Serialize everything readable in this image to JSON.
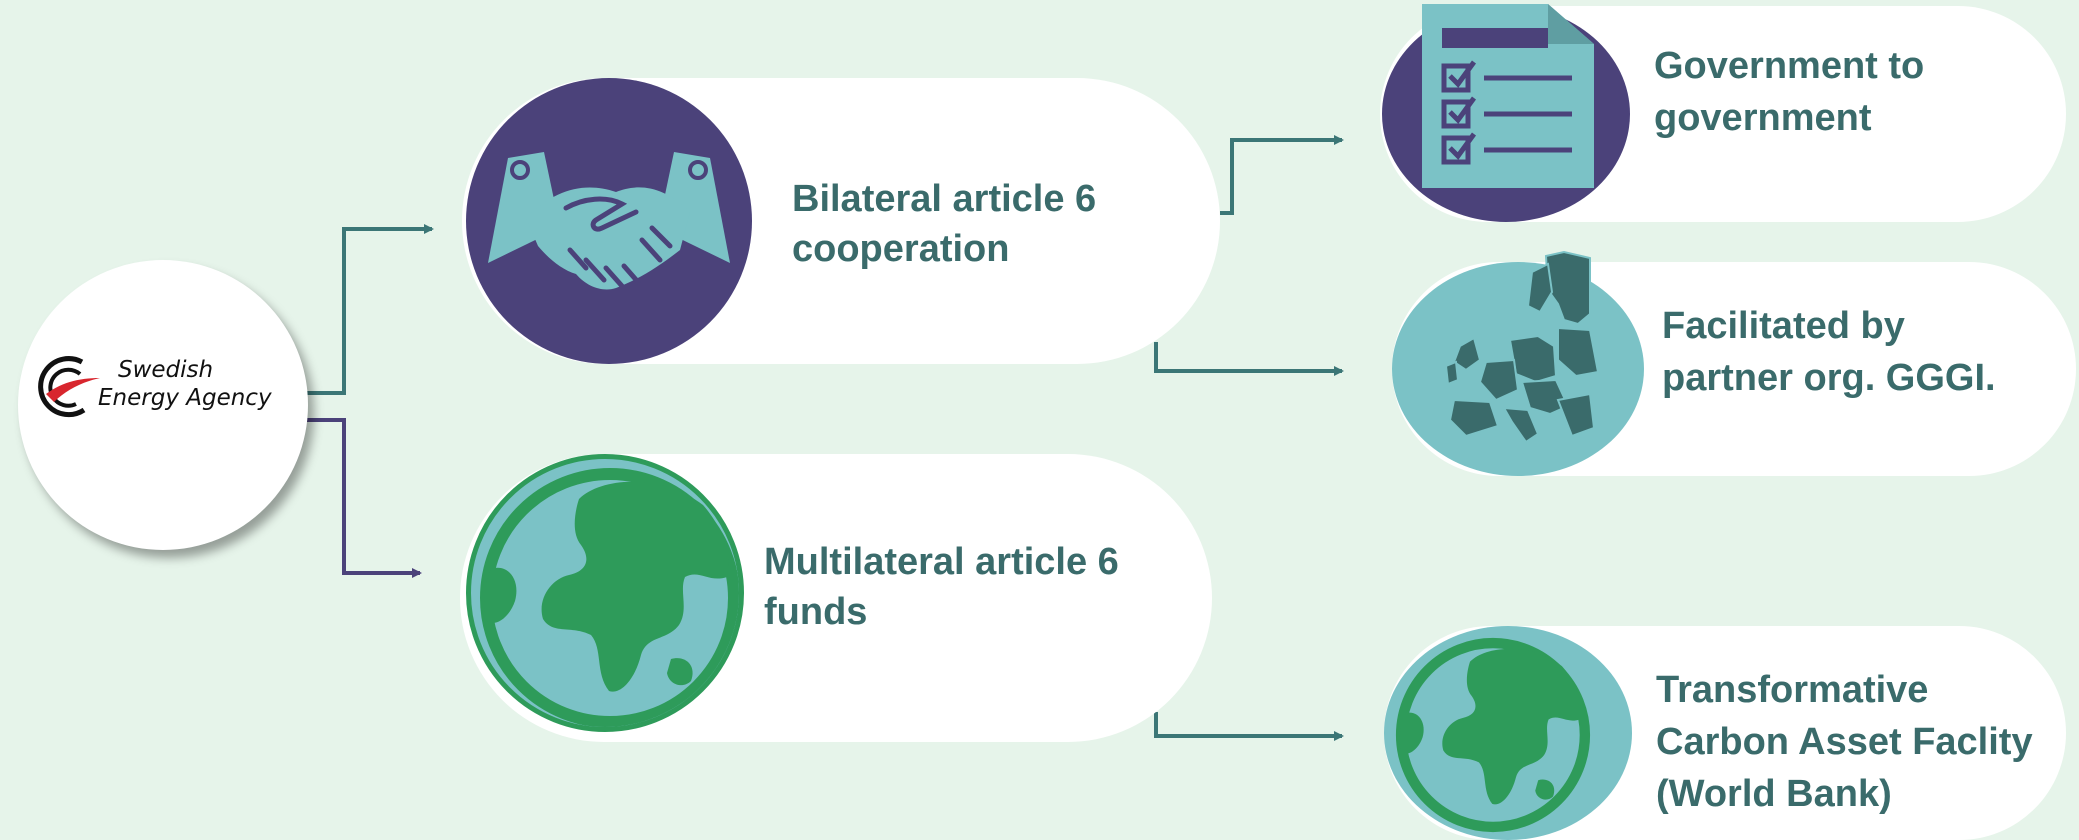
{
  "organization": {
    "name_line1": "Swedish",
    "name_line2": "Energy Agency"
  },
  "branches": {
    "bilateral": "Bilateral article 6\ncooperation",
    "multilateral": "Multilateral article 6\nfunds"
  },
  "outcomes": {
    "gov_to_gov": "Government to\ngovernment",
    "facilitated": "Facilitated by\npartner org. GGGI.",
    "tcaf": "Transformative\nCarbon Asset Faclity\n(World Bank)"
  },
  "colors": {
    "background": "#e6f4ea",
    "text_teal": "#3a6b6b",
    "purple": "#4b427a",
    "light_teal": "#7bc2c6",
    "green": "#2e9b5a",
    "arrow_teal": "#3b7676",
    "arrow_purple": "#4b427a"
  },
  "icons": {
    "bilateral": "handshake-icon",
    "multilateral": "globe-icon",
    "gov_to_gov": "checklist-document-icon",
    "facilitated": "europe-map-icon",
    "tcaf": "globe-icon"
  }
}
